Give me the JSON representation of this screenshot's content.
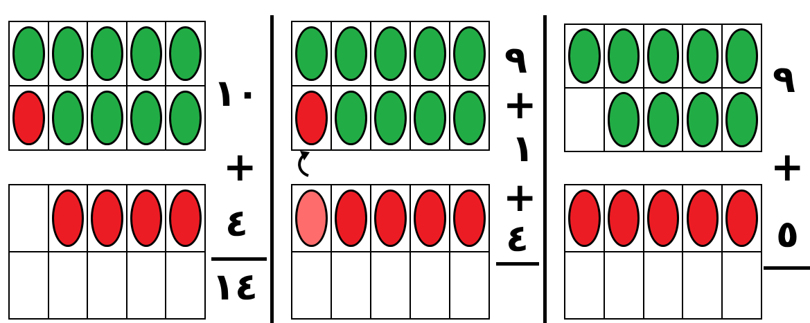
{
  "panels": [
    {
      "id": "left",
      "top_frame": {
        "row1": [
          "green",
          "green",
          "green",
          "green",
          "green"
        ],
        "row2": [
          "red",
          "green",
          "green",
          "green",
          "green"
        ]
      },
      "bottom_frame": {
        "row1": [
          "empty",
          "red",
          "red",
          "red",
          "red"
        ],
        "row2": [
          "empty",
          "empty",
          "empty",
          "empty",
          "empty"
        ]
      },
      "equation": {
        "top": "١٠",
        "op": "+",
        "second": "٤",
        "result": "١٤"
      }
    },
    {
      "id": "middle",
      "top_frame": {
        "row1": [
          "green",
          "green",
          "green",
          "green",
          "green"
        ],
        "row2": [
          "red",
          "green",
          "green",
          "green",
          "green"
        ]
      },
      "bottom_frame": {
        "row1": [
          "lightred",
          "red",
          "red",
          "red",
          "red"
        ],
        "row2": [
          "empty",
          "empty",
          "empty",
          "empty",
          "empty"
        ]
      },
      "equation": {
        "top": "٩",
        "op1": "+",
        "second": "١",
        "op2": "+",
        "third": "٤"
      },
      "arrow_icon": "curved-arrow-up-icon"
    },
    {
      "id": "right",
      "top_frame": {
        "row1": [
          "green",
          "green",
          "green",
          "green",
          "green"
        ],
        "row2": [
          "empty",
          "green",
          "green",
          "green",
          "green"
        ]
      },
      "bottom_frame": {
        "row1": [
          "red",
          "red",
          "red",
          "red",
          "red"
        ],
        "row2": [
          "empty",
          "empty",
          "empty",
          "empty",
          "empty"
        ]
      },
      "equation": {
        "top": "٩",
        "op": "+",
        "second": "٥"
      }
    }
  ],
  "colors": {
    "green": "#22ac45",
    "red": "#ec1c24",
    "lightred": "#ff6c6c",
    "border": "#000000"
  }
}
